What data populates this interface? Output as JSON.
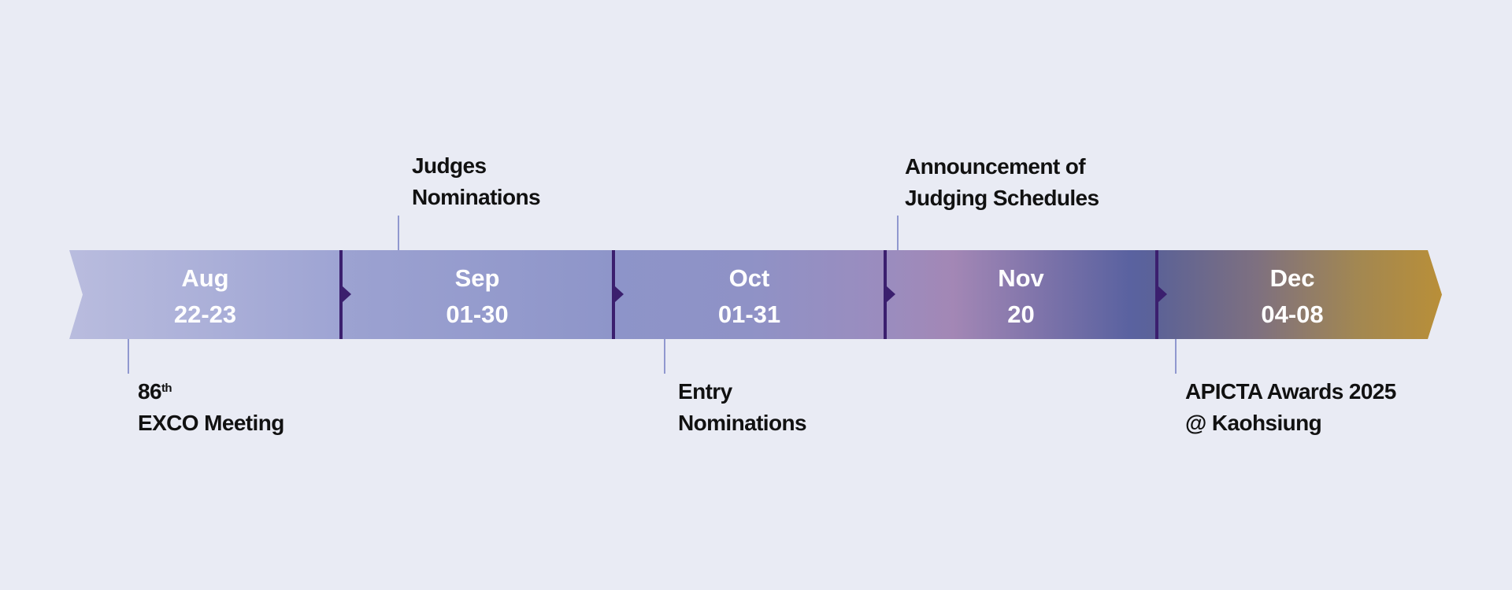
{
  "segments": [
    {
      "month": "Aug",
      "dates": "22-23"
    },
    {
      "month": "Sep",
      "dates": "01-30"
    },
    {
      "month": "Oct",
      "dates": "01-31"
    },
    {
      "month": "Nov",
      "dates": "20"
    },
    {
      "month": "Dec",
      "dates": "04-08"
    }
  ],
  "events": {
    "exco": {
      "number": "86",
      "suffix": "th",
      "line2": "EXCO Meeting"
    },
    "judges": {
      "line1": "Judges",
      "line2": "Nominations"
    },
    "entry": {
      "line1": "Entry",
      "line2": "Nominations"
    },
    "announcement": {
      "line1": "Announcement of",
      "line2": "Judging Schedules"
    },
    "awards": {
      "line1": "APICTA Awards 2025",
      "line2": "@ Kaohsiung"
    }
  },
  "colors": {
    "background": "#e9ebf4",
    "divider": "#3b1f6e",
    "connector": "#9098cf",
    "end": "#b88f3a"
  }
}
